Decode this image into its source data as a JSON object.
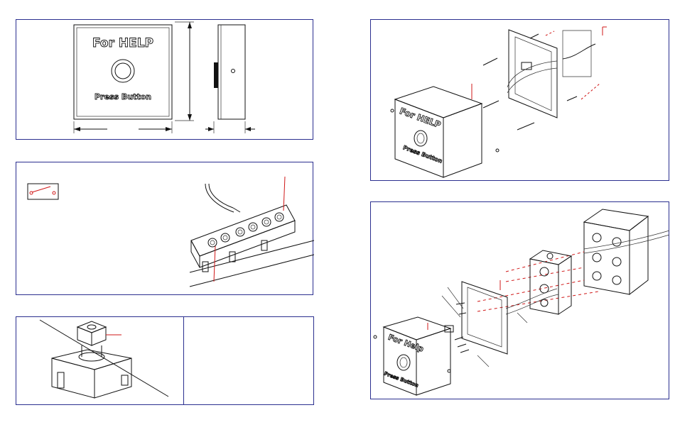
{
  "panels": {
    "front_view": {
      "plate_title": "For HELP",
      "plate_caption": "Press Button"
    },
    "surface_mount": {
      "plate_title": "For HELP",
      "plate_caption": "Press Button"
    },
    "box_mount": {
      "plate_title": "For Help",
      "plate_caption": "Press Button"
    }
  },
  "colors": {
    "frame": "#2b2f8f",
    "callout": "#d01818",
    "line": "#111111"
  }
}
